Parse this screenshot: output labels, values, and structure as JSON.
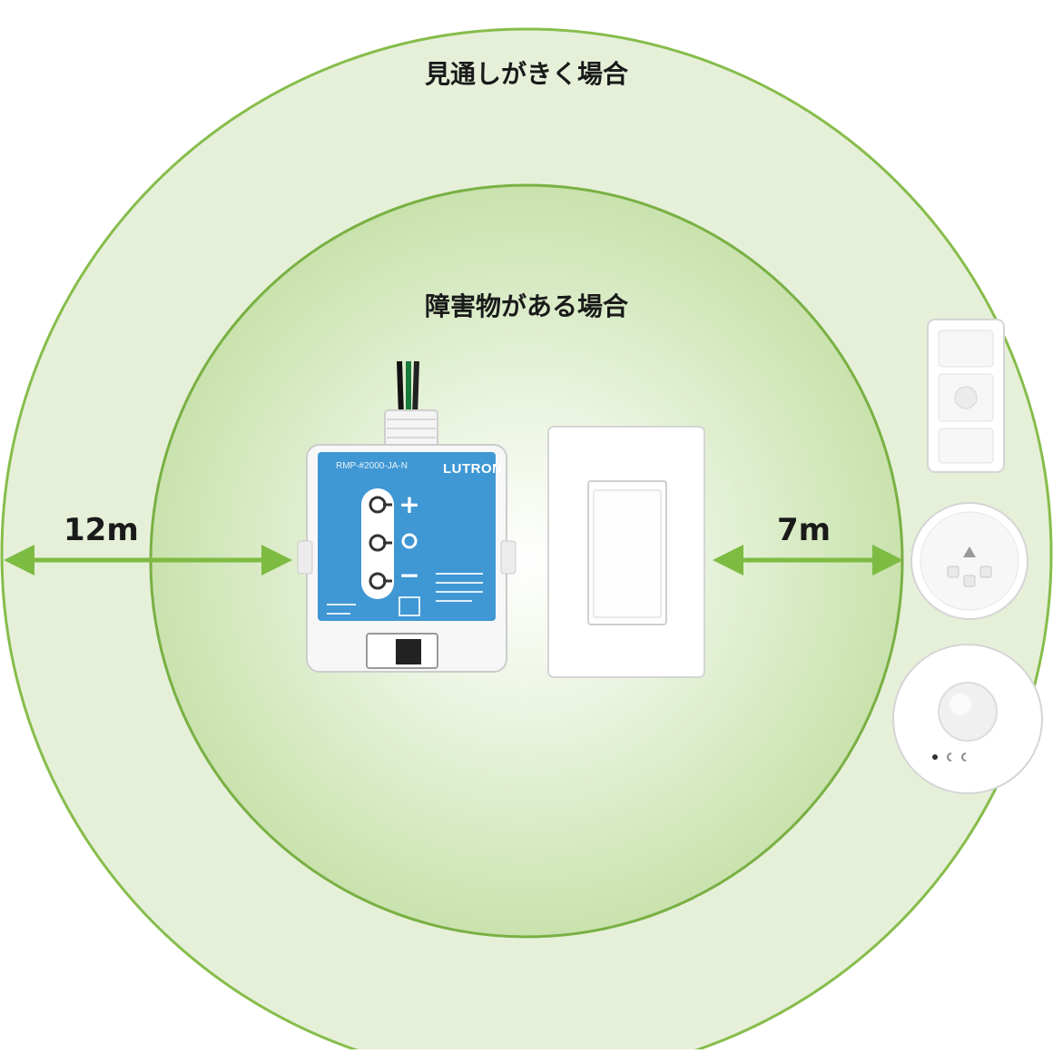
{
  "labels": {
    "outer_range": "見通しがきく場合",
    "inner_range": "障害物がある場合",
    "outer_distance": "12m",
    "inner_distance": "7m"
  },
  "module": {
    "brand": "LUTRON",
    "model": "RMP-#2000-JA-N",
    "symbols": [
      "+",
      "O",
      "−"
    ]
  },
  "colors": {
    "outer_ring": "#e6f0d9",
    "outer_border": "#86bd4b",
    "inner_ring": "#cfe5b6",
    "inner_border": "#79b043",
    "arrow": "#7dbb42",
    "module_blue": "#3f97d3"
  },
  "devices": [
    "pico-remote",
    "ceiling-remote-sensor",
    "occupancy-sensor"
  ]
}
